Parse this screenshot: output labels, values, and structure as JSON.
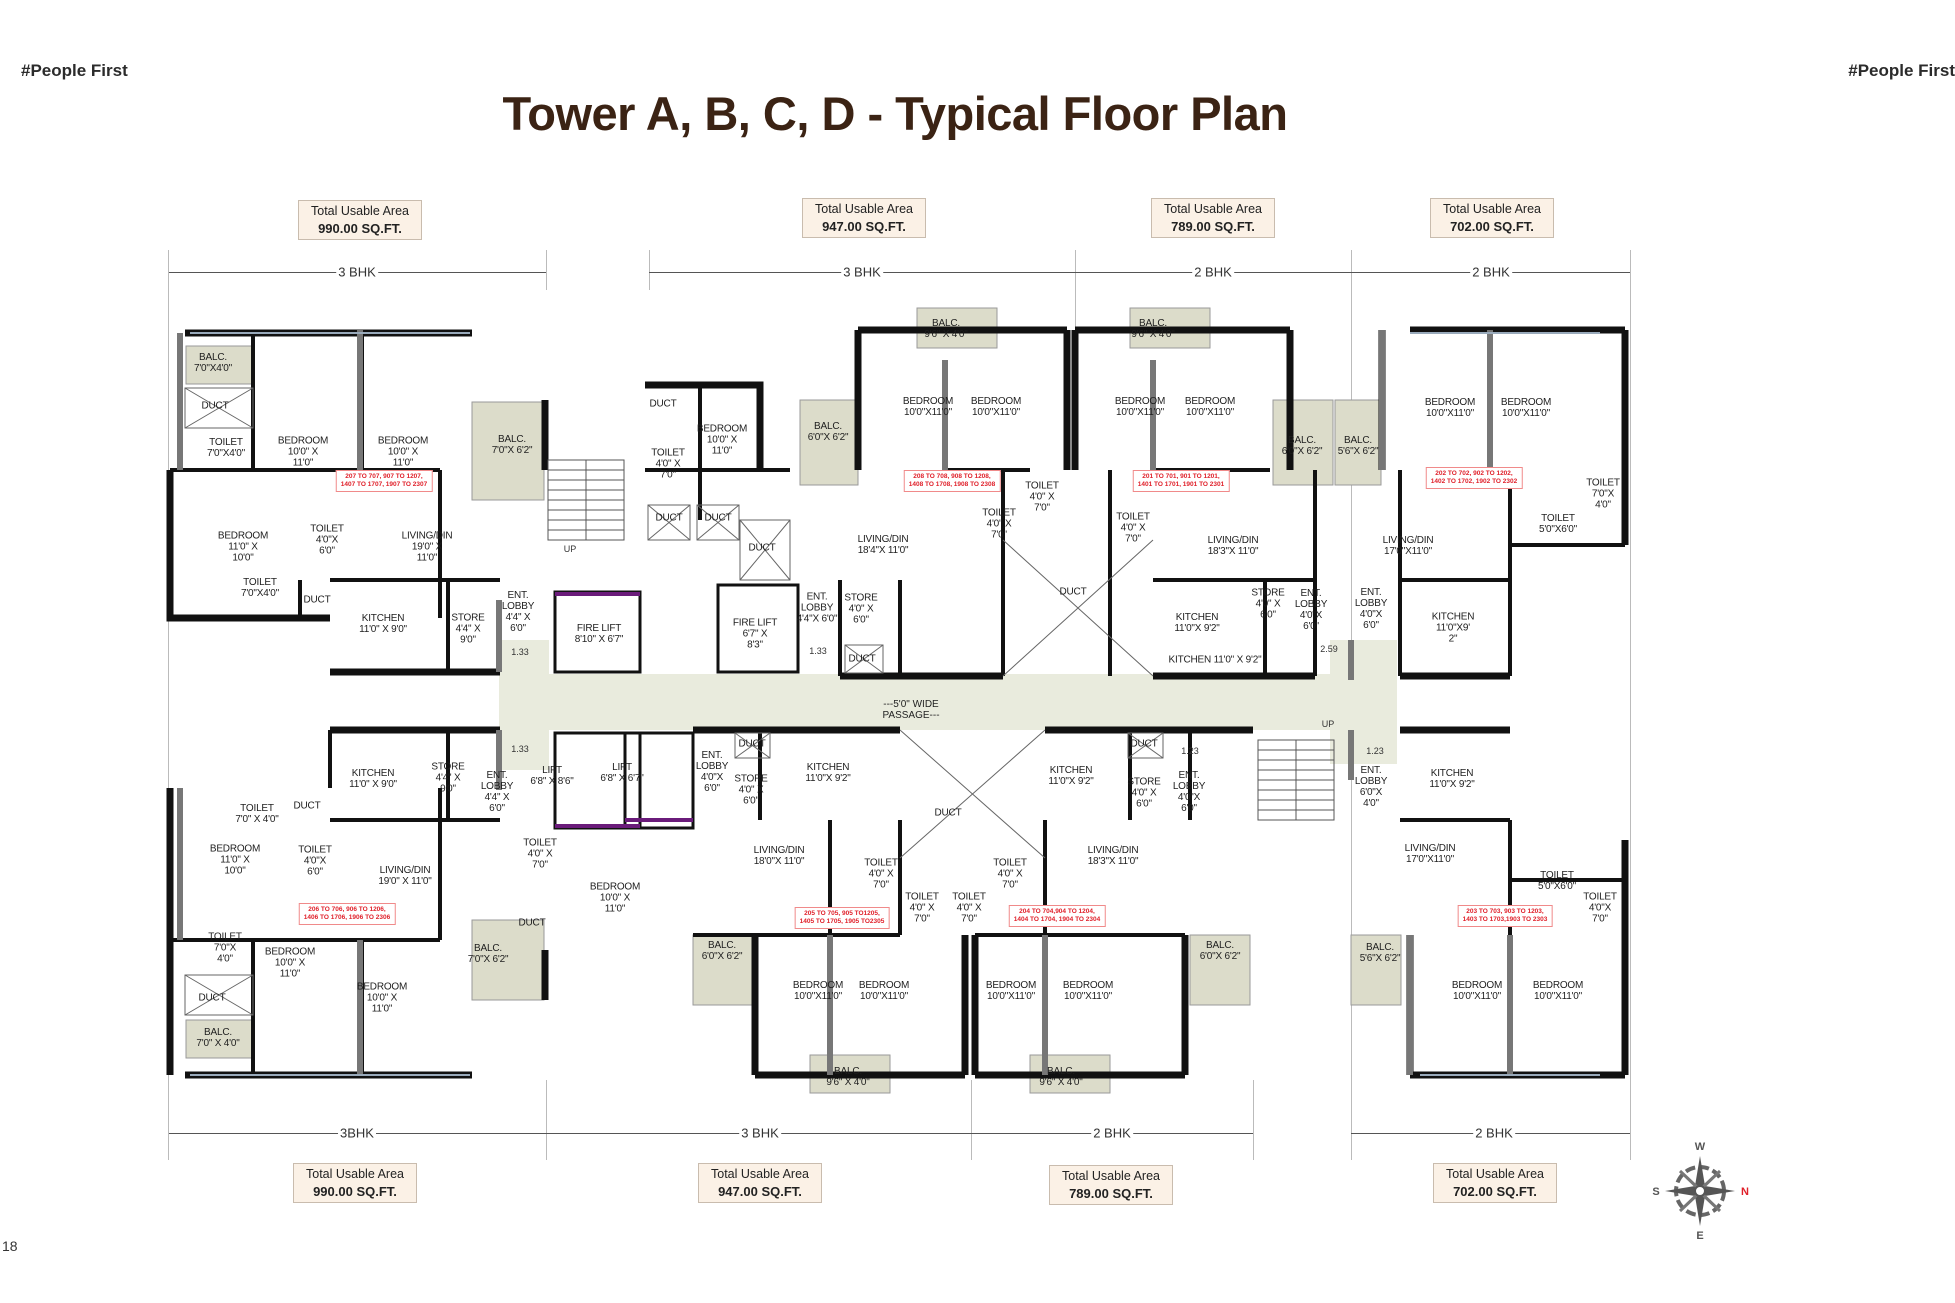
{
  "header": {
    "tag_left": "#People First",
    "tag_right": "#People First",
    "title": "Tower A, B, C, D - Typical Floor Plan"
  },
  "area_boxes": {
    "top": [
      {
        "label": "Total Usable Area",
        "value": "990.00 SQ.FT."
      },
      {
        "label": "Total Usable Area",
        "value": "947.00 SQ.FT."
      },
      {
        "label": "Total Usable Area",
        "value": "789.00 SQ.FT."
      },
      {
        "label": "Total Usable Area",
        "value": "702.00 SQ.FT."
      }
    ],
    "bottom": [
      {
        "label": "Total Usable Area",
        "value": "990.00 SQ.FT."
      },
      {
        "label": "Total Usable Area",
        "value": "947.00 SQ.FT."
      },
      {
        "label": "Total Usable Area",
        "value": "789.00 SQ.FT."
      },
      {
        "label": "Total Usable Area",
        "value": "702.00 SQ.FT."
      }
    ]
  },
  "bhk": {
    "top": [
      "3 BHK",
      "3 BHK",
      "2 BHK",
      "2 BHK"
    ],
    "bottom": [
      "3BHK",
      "3 BHK",
      "2 BHK",
      "2 BHK"
    ]
  },
  "flat_numbers": [
    "207 TO 707, 907 TO 1207,\n1407 TO 1707, 1907 TO 2307",
    "208 TO 708, 908 TO 1208,\n1408 TO 1708, 1908 TO 2308",
    "201 TO 701, 901 TO 1201,\n1401 TO 1701, 1901 TO 2301",
    "202 TO 702, 902 TO 1202,\n1402 TO 1702, 1902 TO 2302",
    "206 TO 706, 906 TO 1206,\n1406 TO 1706, 1906 TO 2306",
    "205 TO 705, 905 TO1205,\n1405 TO 1705, 1905 TO2305",
    "204 TO 704,904 TO 1204,\n1404 TO 1704, 1904 TO 2304",
    "203 TO 703, 903 TO 1203,\n1403 TO 1703,1903 TO 2303"
  ],
  "rooms": [
    "BALC.\n7'0\"X4'0\"",
    "DUCT",
    "TOILET\n7'0\"X4'0\"",
    "BEDROOM\n10'0\"    X\n11'0\"",
    "BEDROOM\n10'0\"    X\n11'0\"",
    "BALC.\n7'0\"X 6'2\"",
    "BEDROOM\n11'0\"    X\n10'0\"",
    "TOILET\n4'0\"X\n6'0\"",
    "LIVING/DIN\n19'0\"    X\n11'0\"",
    "TOILET\n7'0\"X4'0\"",
    "DUCT",
    "KITCHEN\n11'0\" X 9'0\"",
    "STORE\n4'4\" X\n9'0\"",
    "ENT.\nLOBBY\n4'4\" X\n6'0\"",
    "DUCT",
    "BEDROOM\n10'0\"    X\n11'0\"",
    "TOILET\n4'0\" X\n7'0\"",
    "BALC.\n6'0\"X 6'2\"",
    "BALC.\n9'6\" X 4'0\"",
    "BEDROOM\n10'0\"X11'0\"",
    "BEDROOM\n10'0\"X11'0\"",
    "TOILET\n4'0\" X\n7'0\"",
    "TOILET\n4'0\" X\n7'0\"",
    "DUCT",
    "DUCT",
    "DUCT",
    "LIVING/DIN\n18'4\"X 11'0\"",
    "ENT.\nLOBBY\n4'4\"X 6'0\"",
    "STORE\n4'0\" X\n6'0\"",
    "DUCT",
    "FIRE LIFT\n6'7\"      X\n8'3\"",
    "FIRE LIFT\n8'10\" X 6'7\"",
    "DUCT",
    "BALC.\n9'6\" X 4'0\"",
    "BEDROOM\n10'0\"X11'0\"",
    "BEDROOM\n10'0\"X11'0\"",
    "BALC.\n6'0\"X 6'2\"",
    "TOILET\n4'0\" X\n7'0\"",
    "LIVING/DIN\n18'3\"X 11'0\"",
    "KITCHEN\n11'0\"X 9'2\"",
    "KITCHEN 11'0\" X 9'2\"",
    "STORE\n4'0\" X\n6'0\"",
    "ENT.\nLOBBY\n4'0\"X\n6'0\"",
    "BALC.\n5'6\"X 6'2\"",
    "BEDROOM\n10'0\"X11'0\"",
    "BEDROOM\n10'0\"X11'0\"",
    "TOILET\n7'0\"X\n4'0\"",
    "TOILET\n5'0\"X6'0\"",
    "LIVING/DIN\n17'0\"X11'0\"",
    "ENT.\nLOBBY\n4'0\"X\n6'0\"",
    "KITCHEN\n11'0\"X9'\n2\"",
    "KITCHEN\n11'0\" X 9'0\"",
    "STORE\n4'4\" X\n9'0\"",
    "ENT.\nLOBBY\n4'4\" X\n6'0\"",
    "TOILET\n7'0\" X 4'0\"",
    "DUCT",
    "BEDROOM\n11'0\"    X\n10'0\"",
    "TOILET\n4'0\"X\n6'0\"",
    "LIVING/DIN\n19'0\" X 11'0\"",
    "TOILET\n7'0\"X\n4'0\"",
    "BEDROOM\n10'0\"    X\n11'0\"",
    "BEDROOM\n10'0\"    X\n11'0\"",
    "BALC.\n7'0\"X 6'2\"",
    "DUCT",
    "BALC.\n7'0\" X 4'0\"",
    "LIFT\n6'8\" X 8'6\"",
    "LIFT\n6'8\" X 6'7\"",
    "TOILET\n4'0\" X\n7'0\"",
    "BEDROOM\n10'0\"    X\n11'0\"",
    "DUCT",
    "ENT.\nLOBBY\n4'0\"X\n6'0\"",
    "DUCT",
    "STORE\n4'0\" X\n6'0\"",
    "KITCHEN\n11'0\"X 9'2\"",
    "LIVING/DIN\n18'0\"X 11'0\"",
    "TOILET\n4'0\" X\n7'0\"",
    "TOILET\n4'0\" X\n7'0\"",
    "BALC.\n6'0\"X 6'2\"",
    "BEDROOM\n10'0\"X11'0\"",
    "BEDROOM\n10'0\"X11'0\"",
    "BALC.\n9'6\" X 4'0\"",
    "DUCT",
    "TOILET\n4'0\" X\n7'0\"",
    "TOILET\n4'0\" X\n7'0\"",
    "KITCHEN\n11'0\"X 9'2\"",
    "DUCT",
    "STORE\n4'0\" X\n6'0\"",
    "ENT.\nLOBBY\n4'0\"X\n6'0\"",
    "LIVING/DIN\n18'3\"X 11'0\"",
    "BEDROOM\n10'0\"X11'0\"",
    "BEDROOM\n10'0\"X11'0\"",
    "BALC.\n6'0\"X 6'2\"",
    "BALC.\n9'6\" X 4'0\"",
    "ENT.\nLOBBY\n6'0\"X\n4'0\"",
    "KITCHEN\n11'0\"X 9'2\"",
    "LIVING/DIN\n17'0\"X11'0\"",
    "TOILET\n5'0\"X6'0\"",
    "TOILET\n4'0\"X\n7'0\"",
    "BALC.\n5'6\"X 6'2\"",
    "BEDROOM\n10'0\"X11'0\"",
    "BEDROOM\n10'0\"X11'0\""
  ],
  "marks": [
    "UP",
    "UP",
    "1.33",
    "1.33",
    "2.59",
    "1.33",
    "1.23",
    "1.23"
  ],
  "passage": "---5'0\" WIDE\nPASSAGE---",
  "compass": {
    "w": "W",
    "n": "N",
    "s": "S",
    "e": "E",
    "north_color": "#e0202a"
  },
  "colors": {
    "title": "#3b2314",
    "balcony": "#dcdcca",
    "passage": "#e9ebdd",
    "flat_label": "#e0202a"
  },
  "page_number": "18"
}
